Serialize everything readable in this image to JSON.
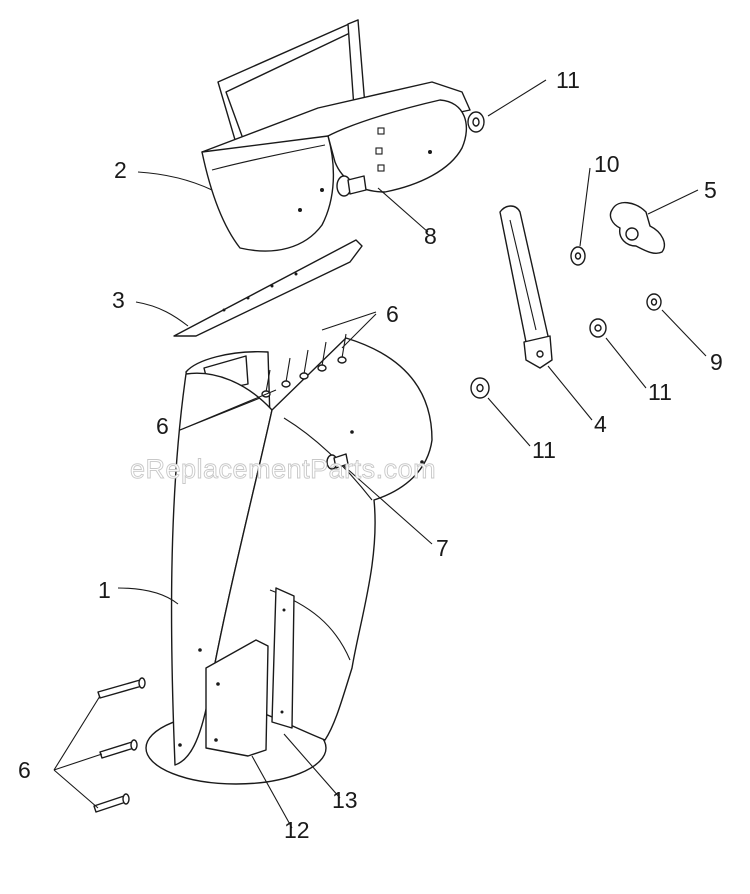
{
  "watermark": "eReplacementParts.com",
  "callouts": [
    {
      "id": "c11a",
      "text": "11"
    },
    {
      "id": "c2",
      "text": "2"
    },
    {
      "id": "c10",
      "text": "10"
    },
    {
      "id": "c5",
      "text": "5"
    },
    {
      "id": "c8",
      "text": "8"
    },
    {
      "id": "c3",
      "text": "3"
    },
    {
      "id": "c6a",
      "text": "6"
    },
    {
      "id": "c9",
      "text": "9"
    },
    {
      "id": "c11b",
      "text": "11"
    },
    {
      "id": "c6b",
      "text": "6"
    },
    {
      "id": "c4",
      "text": "4"
    },
    {
      "id": "c11c",
      "text": "11"
    },
    {
      "id": "c7",
      "text": "7"
    },
    {
      "id": "c1",
      "text": "1"
    },
    {
      "id": "c6c",
      "text": "6"
    },
    {
      "id": "c13",
      "text": "13"
    },
    {
      "id": "c12",
      "text": "12"
    }
  ]
}
